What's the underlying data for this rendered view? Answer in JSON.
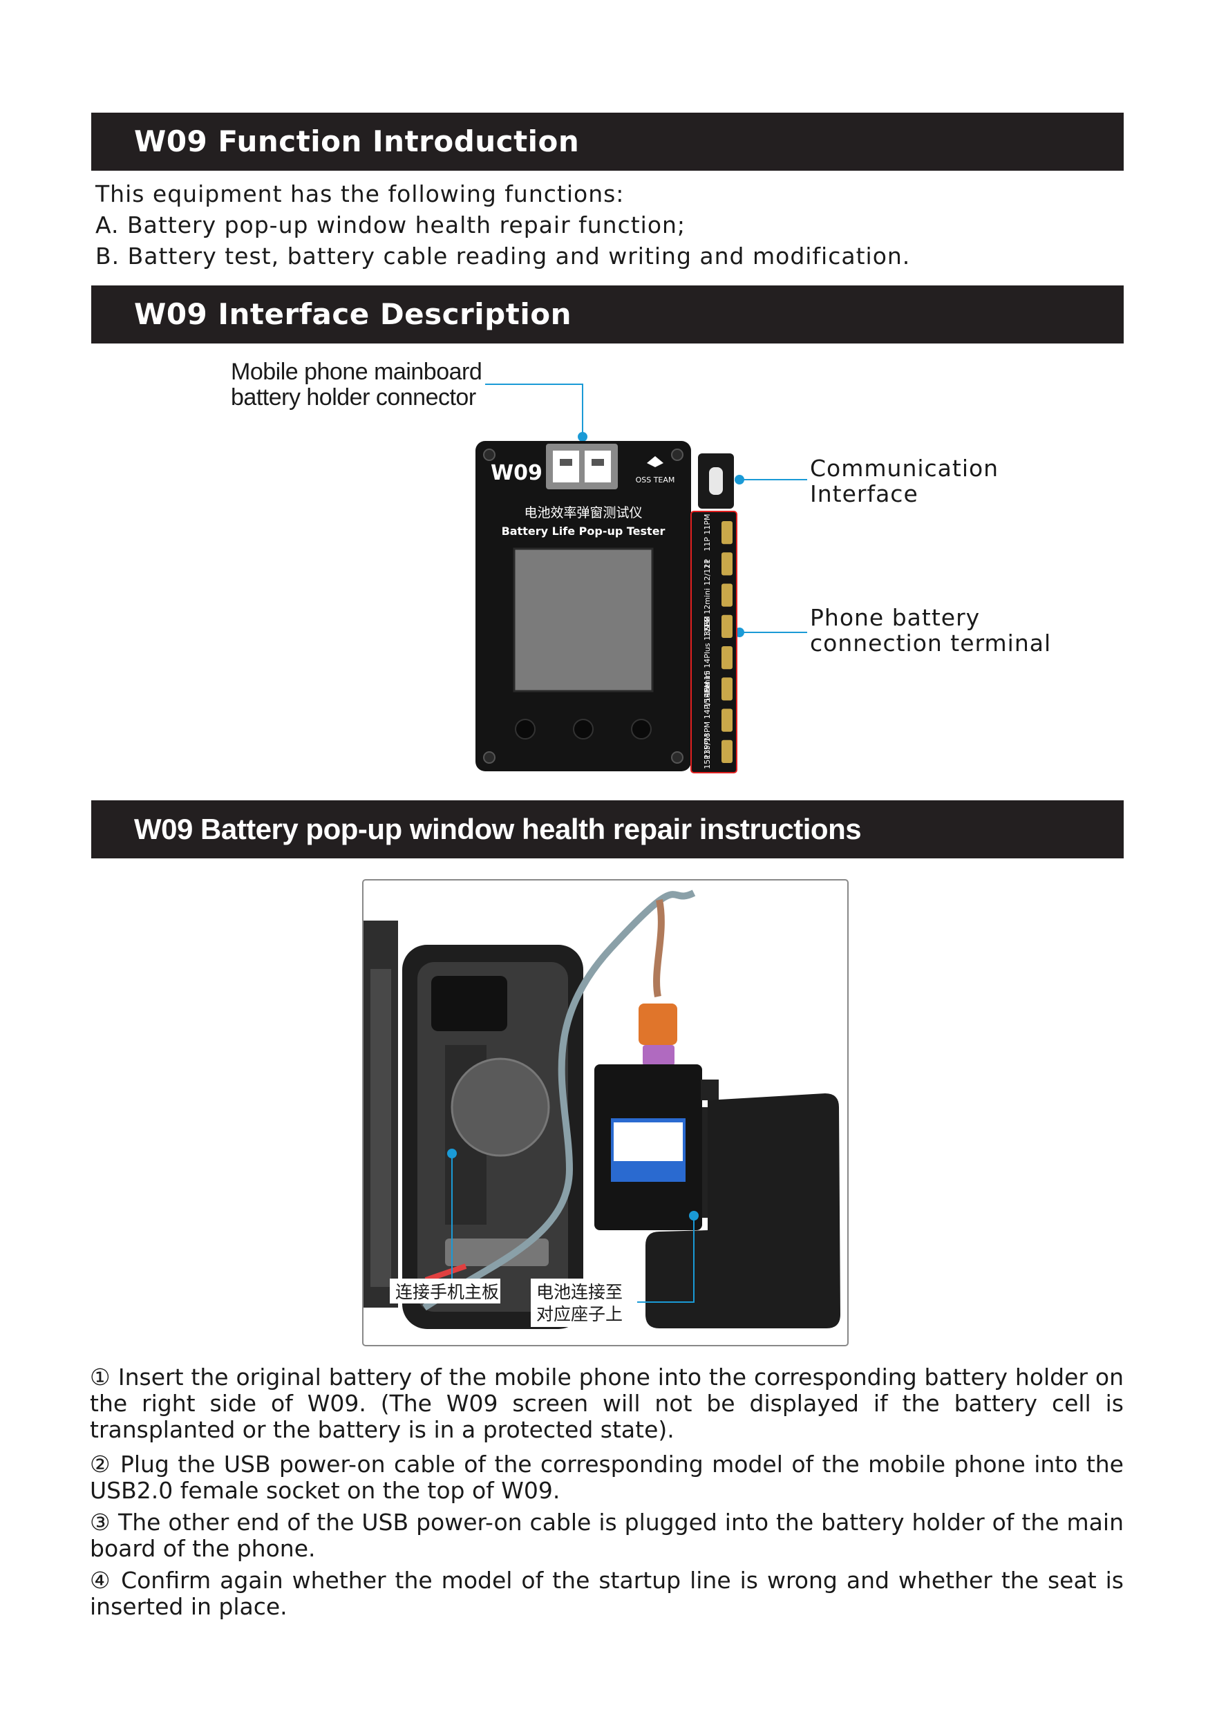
{
  "sections": {
    "function_intro": {
      "title": "W09 Function Introduction",
      "lines": [
        "This equipment has the following functions:",
        "A. Battery pop-up window health repair function;",
        "B. Battery test, battery cable reading and writing and modification."
      ]
    },
    "interface": {
      "title": "W09 Interface Description",
      "callouts": {
        "mainboard_connector": [
          "Mobile phone mainboard",
          "battery holder connector"
        ],
        "communication": [
          "Communication",
          "Interface"
        ],
        "battery_terminal": [
          "Phone battery",
          "connection terminal"
        ]
      },
      "device": {
        "model": "W09",
        "brand": "OSS TEAM",
        "name_cn": "电池效率弹窗测试仪",
        "name_en": "Battery Life Pop-up Tester",
        "slot_labels": [
          "11P 11PM",
          "11",
          "SE3 12mini 12/12P",
          "12PM",
          "15mini 14Plus 13/14",
          "15Plus 15",
          "13P/13PM 14P/14PM",
          "15P15PM"
        ]
      }
    },
    "repair": {
      "title": "W09 Battery pop-up window health repair instructions",
      "photo_labels": {
        "mainboard": "连接手机主板",
        "battery": [
          "电池连接至",
          "对应座子上"
        ]
      },
      "steps": [
        "① Insert the original battery of the mobile phone into the corresponding battery holder on the right side of W09. (The W09 screen will not be displayed if the battery cell is transplanted or the battery is in a protected state).",
        "② Plug the USB power-on cable of the corresponding model of the mobile phone into the USB2.0 female socket on the top of W09.",
        "③ The other end of the USB power-on cable is plugged into the battery holder of the main board of the phone.",
        "④ Confirm again whether the model of the startup line is wrong and whether the seat is inserted in place."
      ]
    }
  },
  "colors": {
    "bar": "#231f20",
    "accent": "#1a9ad6",
    "device": "#141414",
    "highlight": "#e02020"
  }
}
